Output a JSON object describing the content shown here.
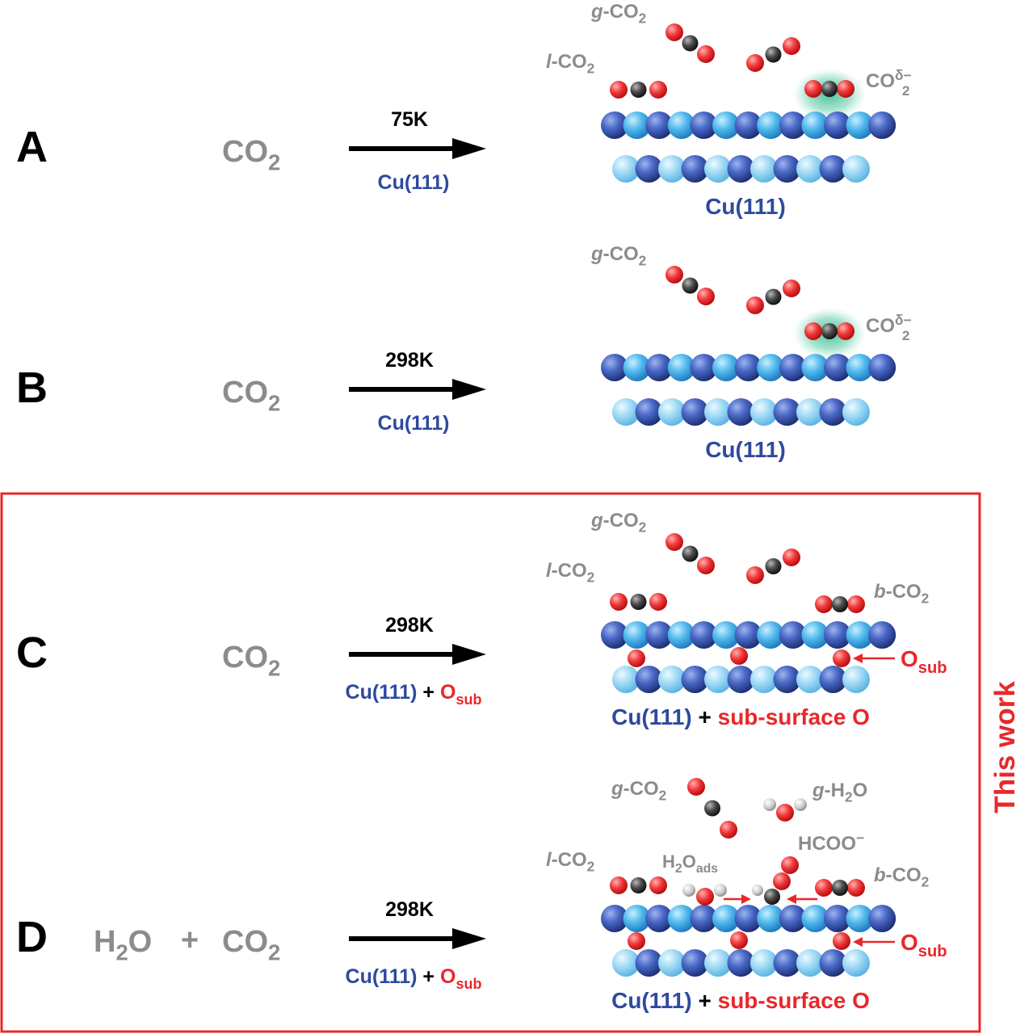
{
  "colors": {
    "gray": "#8c8c8c",
    "blue": "#2e4a9e",
    "red": "#e8282b",
    "black": "#000000"
  },
  "panels": [
    {
      "letter": "A",
      "reactant": "CO",
      "reactant_sub": "2",
      "temperature": "75K",
      "catalyst": "Cu(111)",
      "surface_label": "Cu(111)",
      "species": [
        "g-CO2",
        "l-CO2",
        "CO2δ−"
      ]
    },
    {
      "letter": "B",
      "reactant": "CO",
      "reactant_sub": "2",
      "temperature": "298K",
      "catalyst": "Cu(111)",
      "surface_label": "Cu(111)",
      "species": [
        "g-CO2",
        "CO2δ−"
      ]
    },
    {
      "letter": "C",
      "reactant": "CO",
      "reactant_sub": "2",
      "temperature": "298K",
      "catalyst": "Cu(111)",
      "catalyst_plus": "+",
      "catalyst_extra": "O",
      "catalyst_extra_sub": "sub",
      "surface_label": "Cu(111)",
      "surface_plus": "+",
      "surface_extra": "sub-surface O",
      "species": [
        "g-CO2",
        "l-CO2",
        "b-CO2",
        "Osub"
      ]
    },
    {
      "letter": "D",
      "reactant_pre": "H",
      "reactant_pre_sub": "2",
      "reactant_pre_tail": "O",
      "reactant_plus": "+",
      "reactant": "CO",
      "reactant_sub": "2",
      "temperature": "298K",
      "catalyst": "Cu(111)",
      "catalyst_plus": "+",
      "catalyst_extra": "O",
      "catalyst_extra_sub": "sub",
      "surface_label": "Cu(111)",
      "surface_plus": "+",
      "surface_extra": "sub-surface O",
      "species": [
        "g-CO2",
        "g-H2O",
        "l-CO2",
        "H2Oads",
        "HCOO−",
        "b-CO2",
        "Osub"
      ]
    }
  ],
  "labels": {
    "g_prefix": "g",
    "l_prefix": "l",
    "b_prefix": "b",
    "dash_co": "-CO",
    "dash_h": "-H",
    "sub2": "2",
    "o": "O",
    "co": "CO",
    "delta_minus": "δ−",
    "h2o_h": "H",
    "ads": "ads",
    "hcoo": "HCOO",
    "minus": "−",
    "osub_o": "O",
    "osub_sub": "sub"
  },
  "highlight_label": "This work"
}
